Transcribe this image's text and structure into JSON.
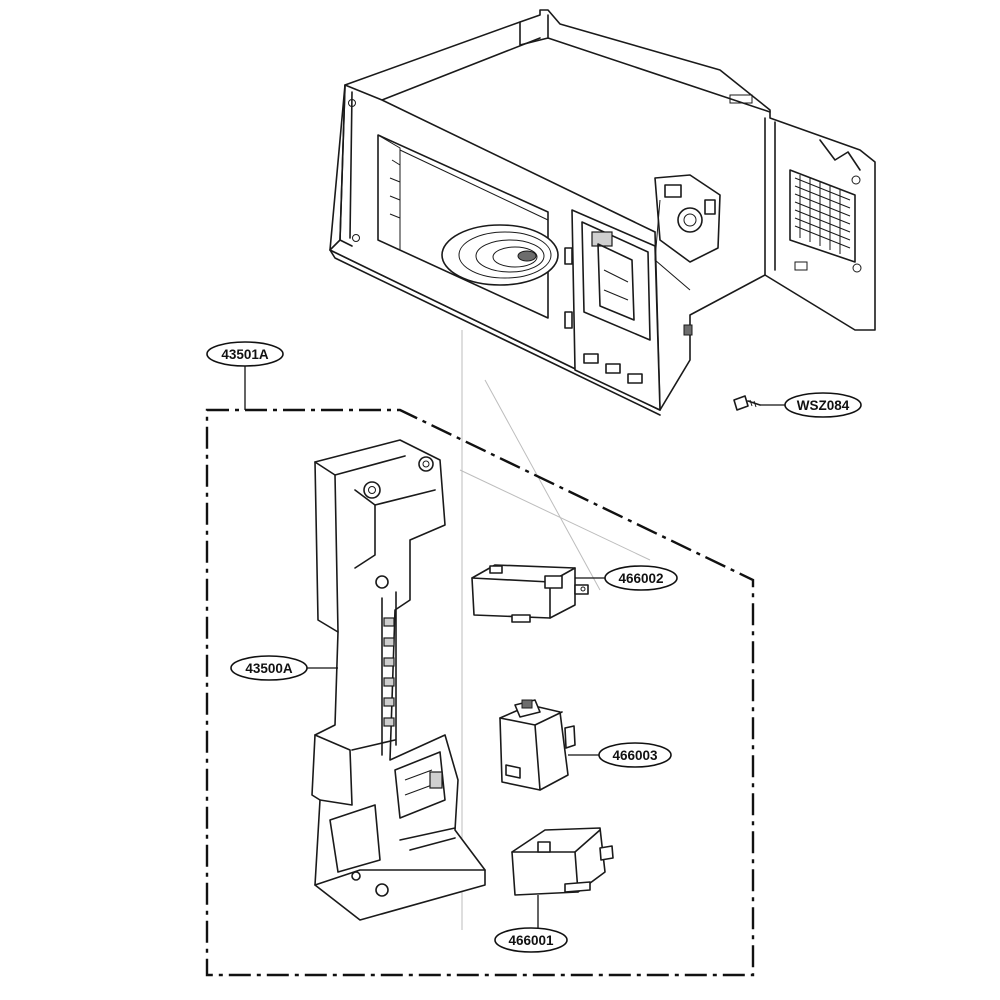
{
  "callouts": {
    "assembly": "43501A",
    "latch_board": "43500A",
    "screw": "WSZ084",
    "switch_top": "466002",
    "switch_middle": "466003",
    "switch_bottom": "466001"
  }
}
